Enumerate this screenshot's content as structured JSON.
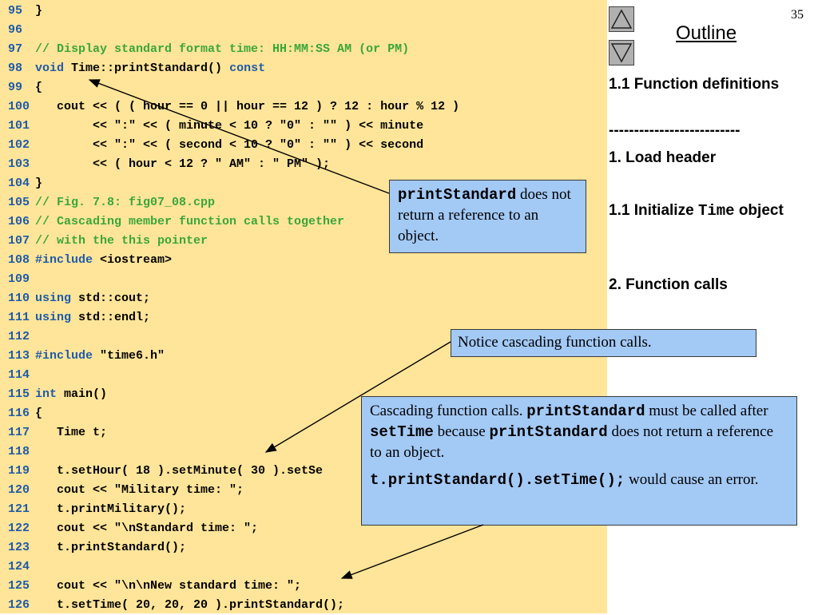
{
  "page_number": "35",
  "outline": {
    "title": "Outline",
    "items": [
      {
        "text": "1.1 Function definitions"
      },
      {
        "text": "--------------------------"
      },
      {
        "text": "1. Load header"
      },
      {
        "pre": "1.1 Initialize ",
        "mono": "Time",
        "post": " object"
      },
      {
        "text": "2. Function calls"
      }
    ]
  },
  "code_lines": [
    {
      "num": "95",
      "segs": [
        {
          "t": "}",
          "c": "pl"
        }
      ]
    },
    {
      "num": "96",
      "segs": []
    },
    {
      "num": "97",
      "segs": [
        {
          "t": "// Display standard format time: HH:MM:SS AM (or PM)",
          "c": "cm"
        }
      ]
    },
    {
      "num": "98",
      "segs": [
        {
          "t": "void",
          "c": "kw"
        },
        {
          "t": " Time::printStandard() ",
          "c": "pl"
        },
        {
          "t": "const",
          "c": "kw"
        }
      ]
    },
    {
      "num": "99",
      "segs": [
        {
          "t": "{",
          "c": "pl"
        }
      ]
    },
    {
      "num": "100",
      "segs": [
        {
          "t": "   cout << ( ( hour == 0 || hour == 12 ) ? 12 : hour % 12 )",
          "c": "pl"
        }
      ]
    },
    {
      "num": "101",
      "segs": [
        {
          "t": "        << \":\" << ( minute < 10 ? \"0\" : \"\" ) << minute",
          "c": "pl"
        }
      ]
    },
    {
      "num": "102",
      "segs": [
        {
          "t": "        << \":\" << ( second < 10 ? \"0\" : \"\" ) << second",
          "c": "pl"
        }
      ]
    },
    {
      "num": "103",
      "segs": [
        {
          "t": "        << ( hour < 12 ? \" AM\" : \" PM\" );",
          "c": "pl"
        }
      ]
    },
    {
      "num": "104",
      "segs": [
        {
          "t": "}",
          "c": "pl"
        }
      ]
    },
    {
      "num": "105",
      "segs": [
        {
          "t": "// Fig. 7.8: fig07_08.cpp",
          "c": "cm"
        }
      ]
    },
    {
      "num": "106",
      "segs": [
        {
          "t": "// Cascading member function calls together",
          "c": "cm"
        }
      ]
    },
    {
      "num": "107",
      "segs": [
        {
          "t": "// with the this pointer",
          "c": "cm"
        }
      ]
    },
    {
      "num": "108",
      "segs": [
        {
          "t": "#include",
          "c": "kw"
        },
        {
          "t": " <iostream>",
          "c": "pl"
        }
      ]
    },
    {
      "num": "109",
      "segs": []
    },
    {
      "num": "110",
      "segs": [
        {
          "t": "using",
          "c": "kw"
        },
        {
          "t": " std::cout;",
          "c": "pl"
        }
      ]
    },
    {
      "num": "111",
      "segs": [
        {
          "t": "using",
          "c": "kw"
        },
        {
          "t": " std::endl;",
          "c": "pl"
        }
      ]
    },
    {
      "num": "112",
      "segs": []
    },
    {
      "num": "113",
      "segs": [
        {
          "t": "#include",
          "c": "kw"
        },
        {
          "t": " \"time6.h\"",
          "c": "pl"
        }
      ]
    },
    {
      "num": "114",
      "segs": []
    },
    {
      "num": "115",
      "segs": [
        {
          "t": "int",
          "c": "kw"
        },
        {
          "t": " main()",
          "c": "pl"
        }
      ]
    },
    {
      "num": "116",
      "segs": [
        {
          "t": "{",
          "c": "pl"
        }
      ]
    },
    {
      "num": "117",
      "segs": [
        {
          "t": "   Time t;",
          "c": "pl"
        }
      ]
    },
    {
      "num": "118",
      "segs": []
    },
    {
      "num": "119",
      "segs": [
        {
          "t": "   t.setHour( 18 ).setMinute( 30 ).setSe",
          "c": "pl"
        }
      ]
    },
    {
      "num": "120",
      "segs": [
        {
          "t": "   cout << \"Military time: \";",
          "c": "pl"
        }
      ]
    },
    {
      "num": "121",
      "segs": [
        {
          "t": "   t.printMilitary();",
          "c": "pl"
        }
      ]
    },
    {
      "num": "122",
      "segs": [
        {
          "t": "   cout << \"\\nStandard time: \";",
          "c": "pl"
        }
      ]
    },
    {
      "num": "123",
      "segs": [
        {
          "t": "   t.printStandard();",
          "c": "pl"
        }
      ]
    },
    {
      "num": "124",
      "segs": []
    },
    {
      "num": "125",
      "segs": [
        {
          "t": "   cout << \"\\n\\nNew standard time: \";",
          "c": "pl"
        }
      ]
    },
    {
      "num": "126",
      "segs": [
        {
          "t": "   t.setTime( 20, 20, 20 ).printStandard();",
          "c": "pl"
        }
      ]
    }
  ],
  "callouts": {
    "c1": {
      "mono": "printStandard",
      "text": " does not return a reference to an object."
    },
    "c2": {
      "text": "Notice cascading function calls."
    },
    "c3": {
      "t1": "Cascading function calls. ",
      "m1": "printStandard",
      "t2": " must be called after ",
      "m2": "setTime",
      "t3": " because ",
      "m3": "printStandard",
      "t4": " does not return a reference to an object.",
      "m4": "t.printStandard().setTime();",
      "t5": "  would cause an error."
    }
  },
  "colors": {
    "code_background": "#ffe599",
    "callout_background": "#a3c9f5",
    "keyword": "#1f5aa8",
    "comment": "#3aa63a"
  },
  "icons": {
    "nav_up": "triangle-up-icon",
    "nav_down": "triangle-down-icon"
  }
}
